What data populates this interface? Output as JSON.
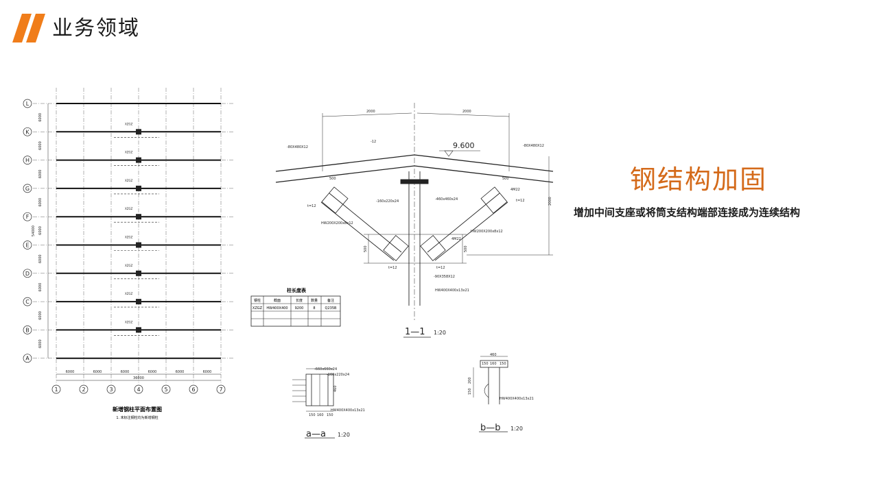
{
  "header": {
    "title": "业务领域",
    "accent_color": "#f07d1a"
  },
  "section": {
    "title": "钢结构加固",
    "description": "增加中间支座或将筒支结构端部连接成为连续结构",
    "title_color": "#d46a1a"
  },
  "plan": {
    "row_axes": [
      "L",
      "K",
      "H",
      "G",
      "F",
      "E",
      "D",
      "C",
      "B",
      "A"
    ],
    "col_axes": [
      "1",
      "2",
      "3",
      "4",
      "5",
      "6",
      "7"
    ],
    "bay_dims": [
      "6000",
      "6000",
      "6000",
      "6000",
      "6000",
      "6000"
    ],
    "total_dim": "36000",
    "side_total": "54000",
    "row_dim": "6000",
    "col_label": "XZGZ",
    "title": "新增钢柱平面布置图",
    "note": "1. 未标注钢柱均为新增钢柱"
  },
  "table": {
    "title": "柱长度表",
    "headers": [
      "钢柱",
      "截面",
      "长度",
      "数量",
      "备注"
    ],
    "row": [
      "XZGZ",
      "HW400X400",
      "9200",
      "8",
      "Q235B"
    ]
  },
  "section_11": {
    "label": "1—1",
    "scale": "1:20",
    "elevation": "9.600",
    "dims": [
      "2000",
      "2000",
      "2000",
      "500",
      "500",
      "500",
      "500"
    ],
    "callouts": [
      "-80X480X12",
      "-80X480X12",
      "-12",
      "-160x220x24",
      "-460x460x24",
      "HW200X200x8x12",
      "HW200X200x8x12",
      "-90X358X12",
      "HW400X400x13x21",
      "t=12",
      "t=12",
      "t=12",
      "t=12",
      "4M22",
      "4M22"
    ]
  },
  "section_aa": {
    "label": "a—a",
    "scale": "1:20",
    "callouts": [
      "-660x660x24",
      "-160x220x24",
      "HW400X400x13x21"
    ],
    "dims": [
      "460",
      "150",
      "160",
      "150"
    ]
  },
  "section_bb": {
    "label": "b—b",
    "scale": "1:20",
    "callouts": [
      "HW400X400x13x21"
    ],
    "dims": [
      "460",
      "150",
      "160",
      "150",
      "200",
      "150"
    ]
  }
}
